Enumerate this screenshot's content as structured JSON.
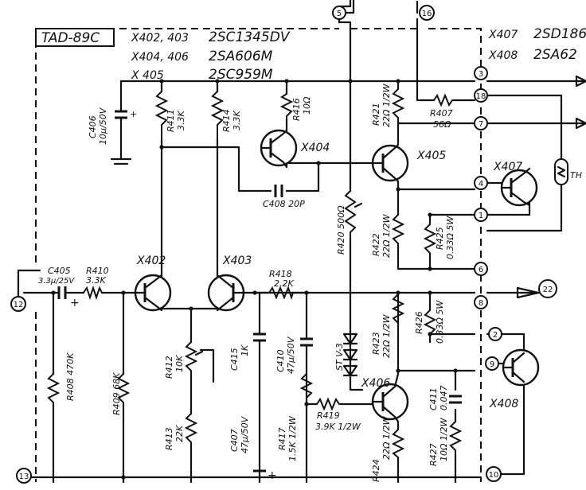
{
  "board_title": "TAD-89C",
  "transistor_types": {
    "row1": {
      "refs": "X402, 403",
      "type": "2SC1345DV"
    },
    "row2": {
      "refs": "X404, 406",
      "type": "2SA606M"
    },
    "row3": {
      "refs": "X 405",
      "type": "2SC959M"
    },
    "row4": {
      "refs": "X407",
      "type": "2SD186"
    },
    "row5": {
      "refs": "X408",
      "type": "2SA62"
    }
  },
  "transistors": {
    "x402": "X402",
    "x403": "X403",
    "x404": "X404",
    "x405": "X405",
    "x406": "X406",
    "x407": "X407",
    "x408": "X408"
  },
  "resistors": {
    "r411": [
      "R411",
      "3.3K"
    ],
    "r414": [
      "R414",
      "3.3K"
    ],
    "r416": [
      "R416",
      "10Ω"
    ],
    "r421": [
      "R421",
      "22Ω 1/2W"
    ],
    "r407": [
      "R407",
      "56Ω"
    ],
    "r420": [
      "R420 500Ω"
    ],
    "r422": [
      "R422",
      "22Ω 1/2W"
    ],
    "r425": [
      "R425",
      "0.33Ω 5W"
    ],
    "r410": [
      "R410",
      "3.3K"
    ],
    "r418": [
      "R418",
      "2.2K"
    ],
    "r408": [
      "R408 470K"
    ],
    "r409": [
      "R409 68K"
    ],
    "r412": [
      "R412",
      "10K"
    ],
    "r413": [
      "R413",
      "22K"
    ],
    "r417": [
      "R417",
      "1.5K 1/2W"
    ],
    "r419": [
      "R419",
      "3.9K 1/2W"
    ],
    "r423": [
      "R423",
      "22Ω 1/2W"
    ],
    "r426": [
      "R426",
      "0.33Ω 5W"
    ],
    "r424": [
      "R424",
      "22Ω 1/2W"
    ],
    "r427": [
      "R427",
      "10Ω 1/2W"
    ]
  },
  "capacitors": {
    "c406": [
      "C406",
      "10μ/50V"
    ],
    "c408": "C408 20P",
    "c405": [
      "C405",
      "3.3μ/25V"
    ],
    "c415": [
      "C415",
      "1K"
    ],
    "c410": [
      "C410",
      "47μ/50V"
    ],
    "c407": [
      "C407",
      "47μ/50V"
    ],
    "c411": [
      "C411",
      "0.047"
    ]
  },
  "diode_string": "ST V-3",
  "thermistor": "TH",
  "terminals": [
    "5",
    "16",
    "3",
    "18",
    "7",
    "4",
    "1",
    "6",
    "8",
    "2",
    "9",
    "10",
    "12",
    "13",
    "22"
  ]
}
